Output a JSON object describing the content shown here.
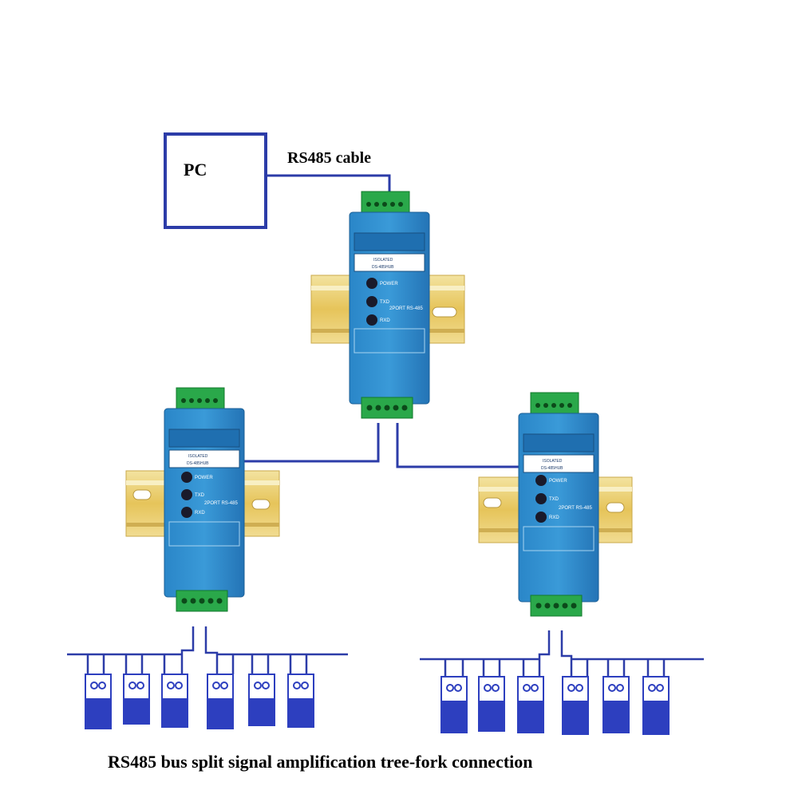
{
  "labels": {
    "pc": "PC",
    "cable": "RS485 cable",
    "caption": "RS485 bus split signal amplification tree-fork connection"
  },
  "module": {
    "brand_line1": "ISOLATED",
    "brand_line2": "DS-485HUB",
    "led_labels": [
      "POWER",
      "TXD",
      "RXD"
    ],
    "side_text": "2PORT RS-485"
  },
  "colors": {
    "wire": "#2c3ca8",
    "module_body": "#2f8fd0",
    "module_dark": "#1f6fb0",
    "terminal": "#2aa84a",
    "rail": "#e2c56a",
    "node_fill": "#2d3fbf"
  }
}
